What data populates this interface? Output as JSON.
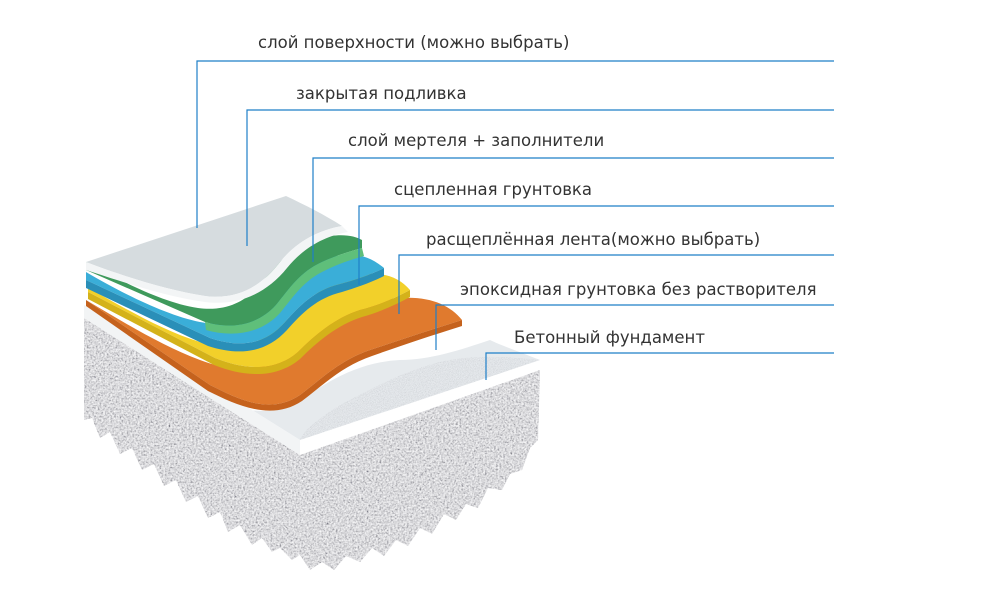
{
  "layers": [
    {
      "key": "surface",
      "label": "слой поверхности (можно выбрать)",
      "color": "#d6dcdf"
    },
    {
      "key": "topcoat",
      "label": "закрытая подливка",
      "color": "#3f9a5c"
    },
    {
      "key": "mortar",
      "label": "слой мертеля + заполнители",
      "color": "#3aaed8"
    },
    {
      "key": "bonding_primer",
      "label": "сцепленная грунтовка",
      "color": "#f2d02a"
    },
    {
      "key": "tape",
      "label": "расщеплённая лента(можно выбрать)",
      "color": "#e07a2e"
    },
    {
      "key": "epoxy_primer",
      "label": "эпоксидная грунтовка без растворителя",
      "color": "#e6eaed"
    },
    {
      "key": "concrete",
      "label": "Бетонный фундамент",
      "color": "#8c9396"
    }
  ],
  "colors": {
    "leader_line": "#1e7fc8",
    "label_text": "#333333",
    "background": "#ffffff"
  }
}
